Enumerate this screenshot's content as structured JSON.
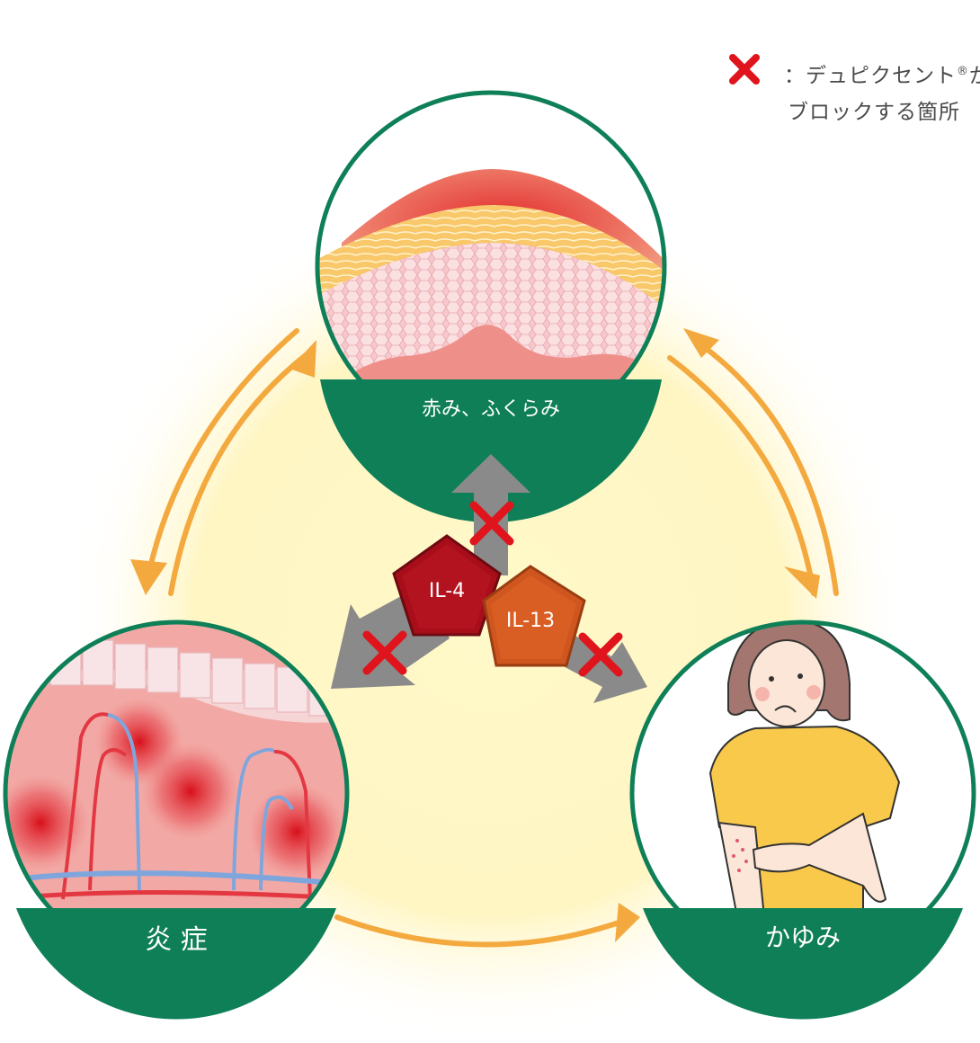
{
  "legend": {
    "marker_icon": "red-x-icon",
    "colon": "：",
    "line1": "デュピクセント",
    "registered": "®",
    "line1_tail": "が",
    "line2": "ブロックする箇所"
  },
  "nodes": {
    "top": {
      "label": "赤み、ふくらみ",
      "icon": "skin-swelling-illustration"
    },
    "left": {
      "label": "炎 症",
      "icon": "inflamed-tissue-illustration"
    },
    "right": {
      "label": "かゆみ",
      "icon": "itching-woman-illustration"
    }
  },
  "center": {
    "il4": "IL-4",
    "il13": "IL-13"
  },
  "colors": {
    "ring": "#0e7f57",
    "arrow": "#f4a93f",
    "glow": "#fff6c2",
    "il4": "#a80d1a",
    "il13": "#d0561f",
    "block_x": "#e0141c",
    "grey_arrow": "#8a8a8a"
  }
}
